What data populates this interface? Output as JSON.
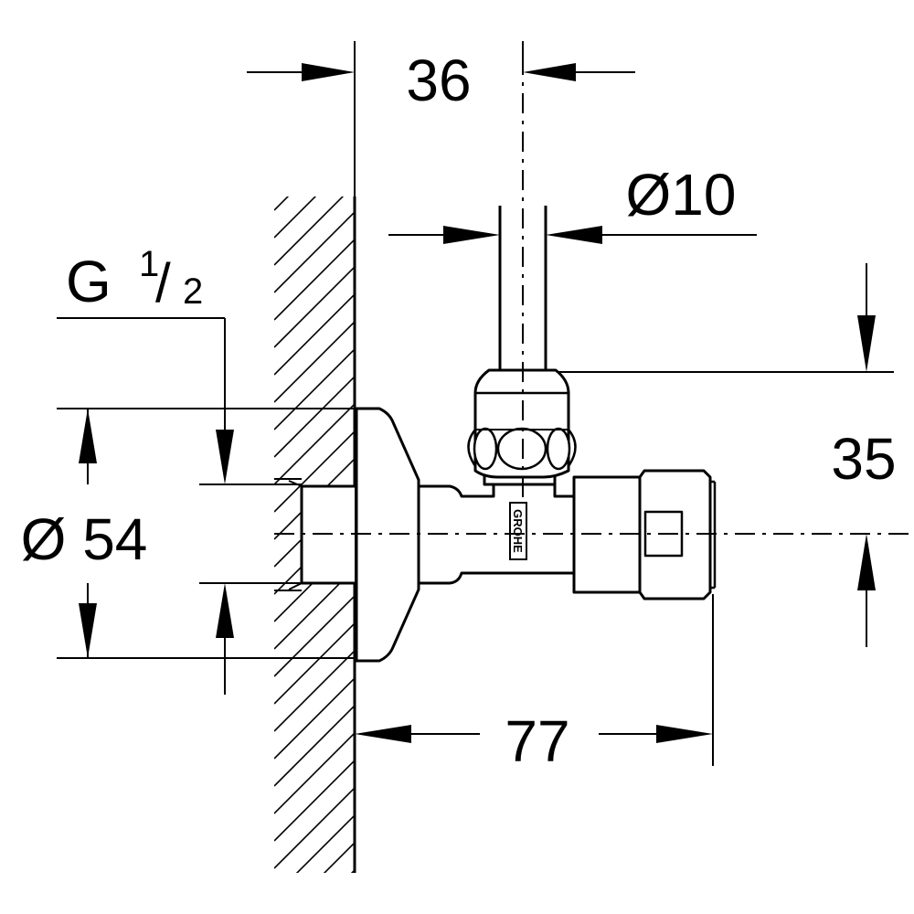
{
  "dimensions": {
    "offset_top": "36",
    "pipe_diameter": "Ø10",
    "thread_base": "G",
    "thread_num": "1",
    "thread_den": "2",
    "rosette_diameter": "Ø 54",
    "height": "35",
    "depth": "77"
  },
  "brand": "GROHE",
  "colors": {
    "ink": "#000000",
    "paper": "#ffffff"
  }
}
